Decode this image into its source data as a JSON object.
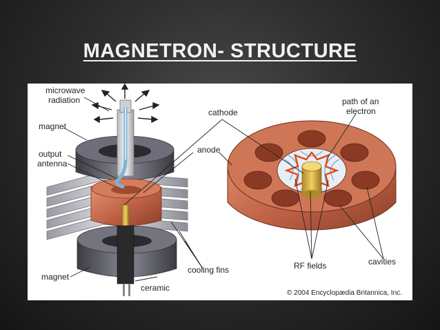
{
  "slide": {
    "title": "MAGNETRON- STRUCTURE"
  },
  "figure": {
    "labels": {
      "microwave_radiation_1": "microwave",
      "microwave_radiation_2": "radiation",
      "magnet_top": "magnet",
      "output_antenna_1": "output",
      "output_antenna_2": "antenna",
      "magnet_bottom": "magnet",
      "cathode": "cathode",
      "anode": "anode",
      "cooling_fins": "cooling fins",
      "ceramic": "ceramic",
      "path_of_electron_1": "path of an",
      "path_of_electron_2": "electron",
      "rf_fields": "RF fields",
      "cavities": "cavities"
    },
    "credit": "© 2004 Encyclopædia Britannica, Inc."
  }
}
